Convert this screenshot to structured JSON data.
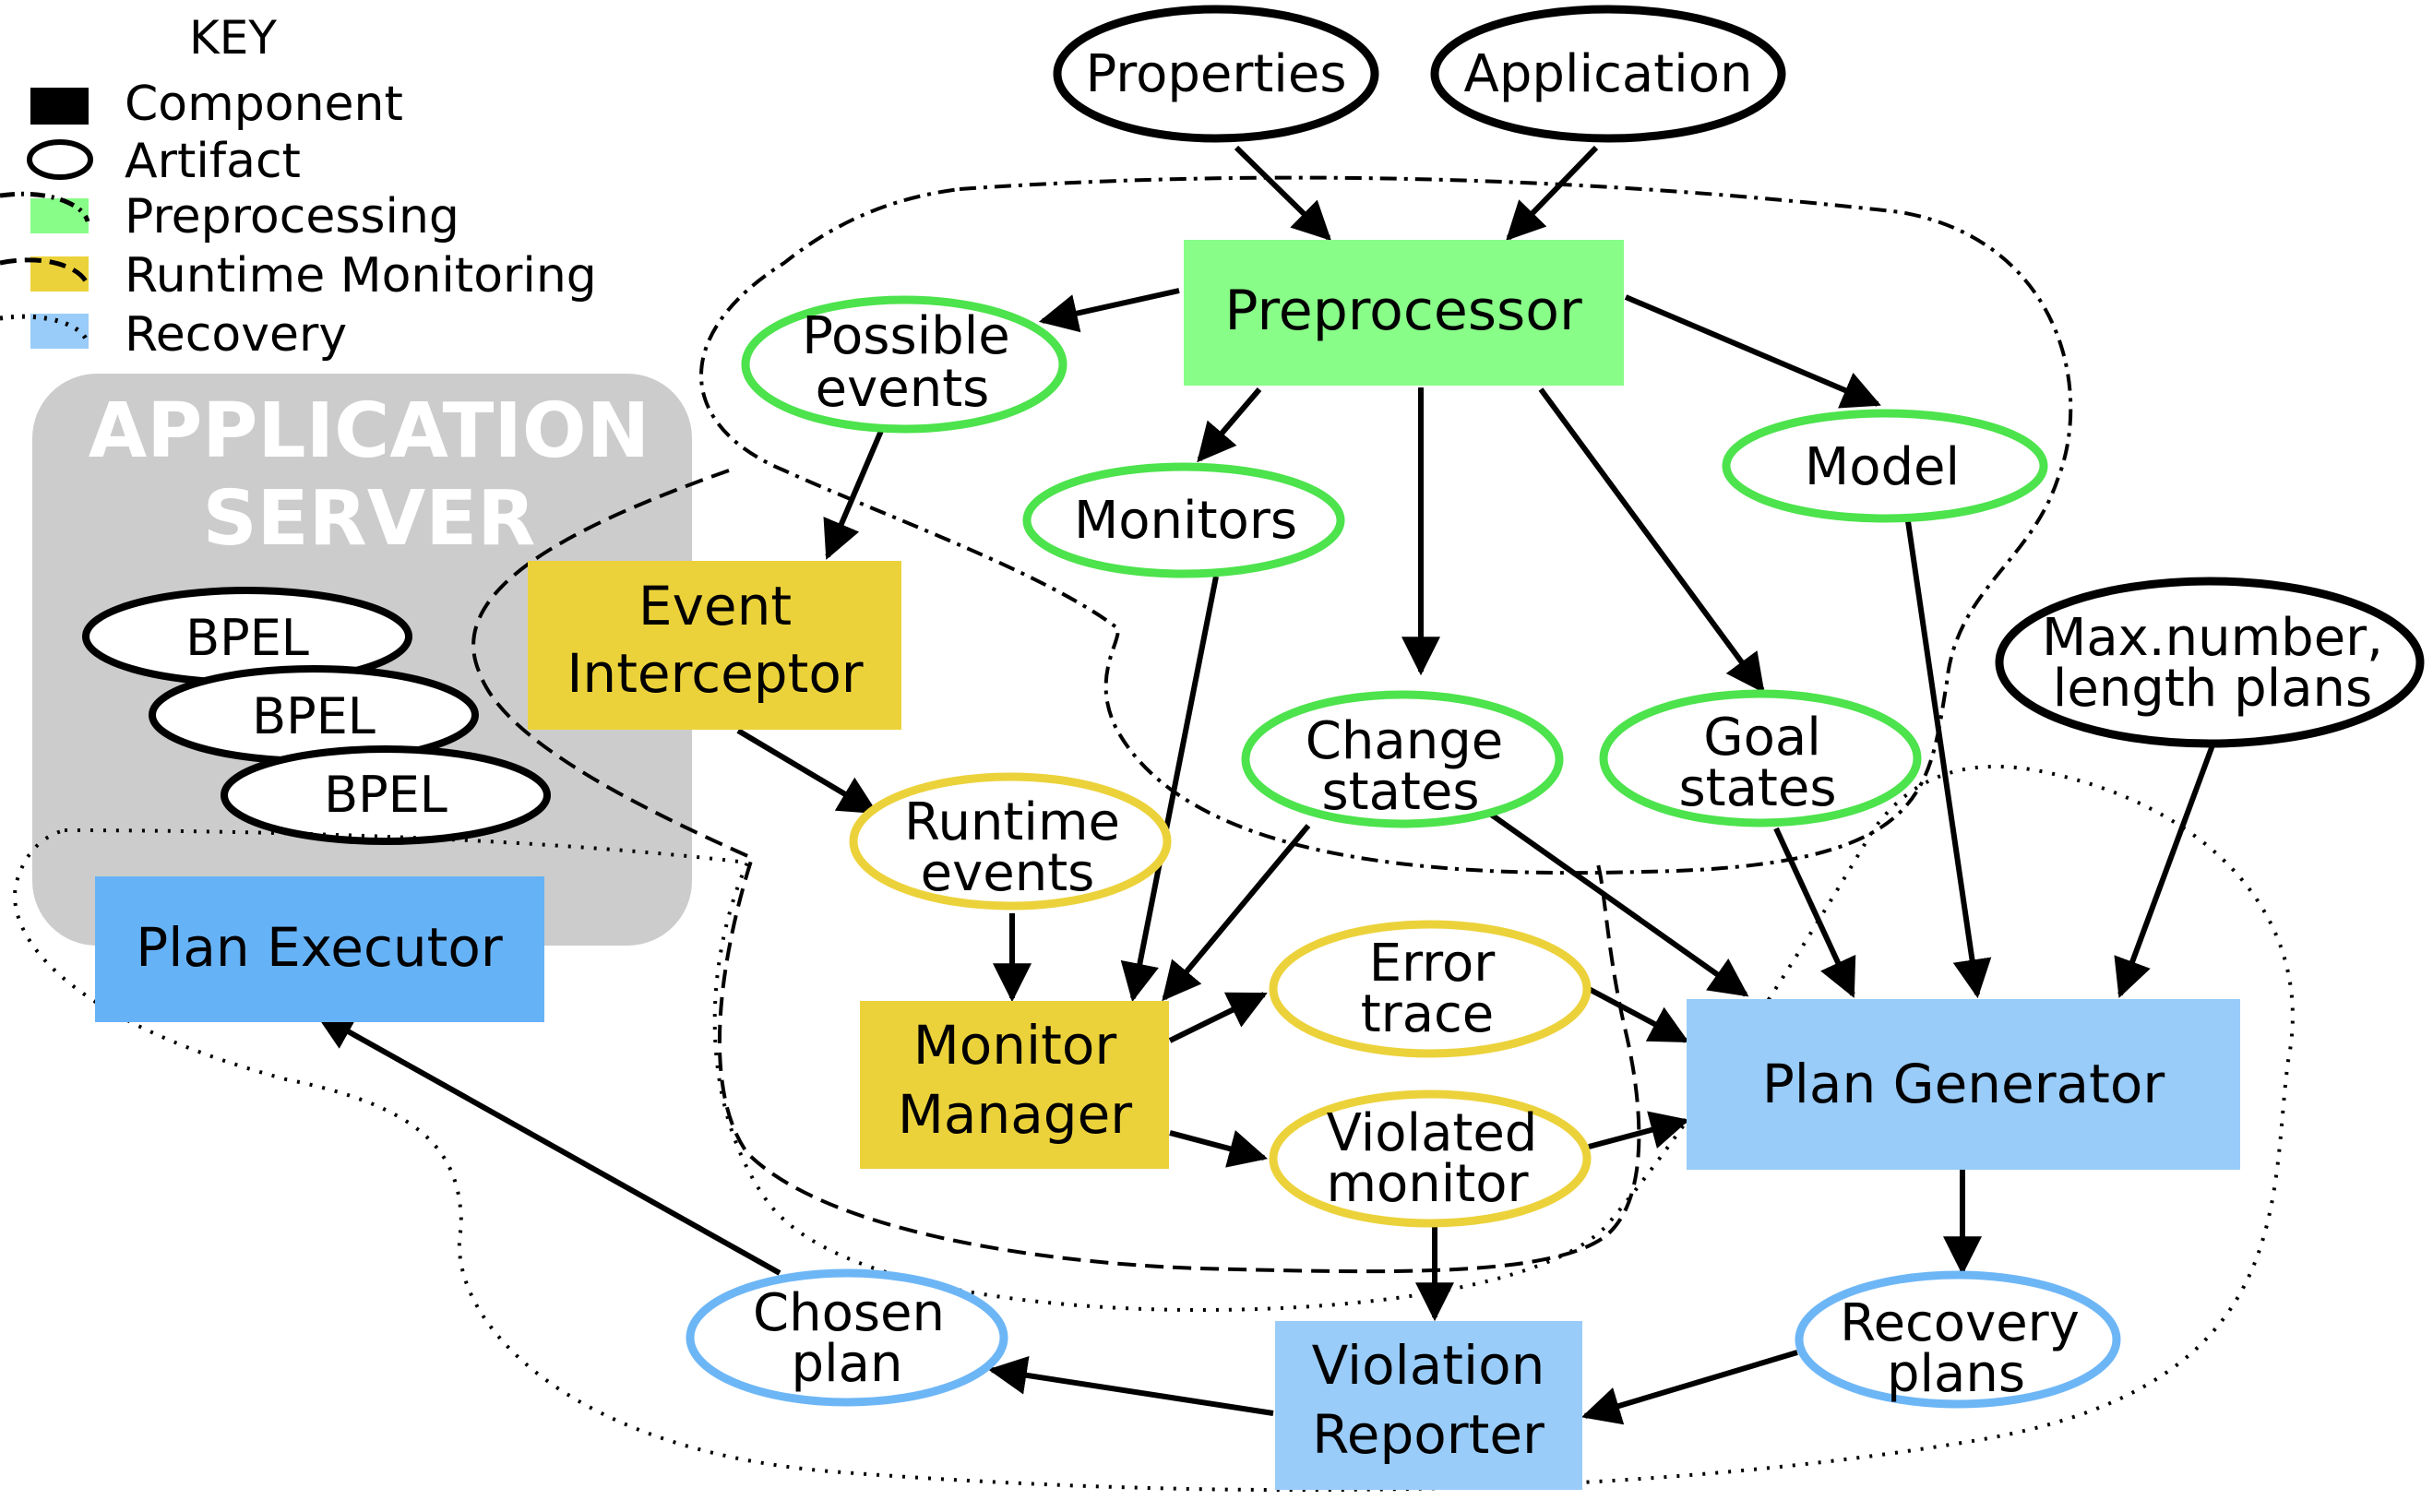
{
  "key": {
    "title": "KEY",
    "component": "Component",
    "artifact": "Artifact",
    "preprocessing": "Preprocessing",
    "runtime_monitoring": "Runtime Monitoring",
    "recovery": "Recovery"
  },
  "colors": {
    "preprocessing": "#88fd88",
    "runtime": "#ecd23a",
    "recovery": "#99ccf8",
    "plan_executor": "#66b2f6",
    "server": "#cccccc",
    "green_border": "#4ce34c",
    "yellow_border": "#ecd23a",
    "blue_border": "#6db6f6"
  },
  "server": {
    "line1": "APPLICATION",
    "line2": "SERVER",
    "bpel": [
      "BPEL",
      "BPEL",
      "BPEL"
    ]
  },
  "components": {
    "preprocessor": "Preprocessor",
    "event_interceptor": [
      "Event",
      "Interceptor"
    ],
    "monitor_manager": [
      "Monitor",
      "Manager"
    ],
    "plan_executor": "Plan Executor",
    "plan_generator": "Plan Generator",
    "violation_reporter": [
      "Violation",
      "Reporter"
    ]
  },
  "artifacts": {
    "properties": "Properties",
    "application": "Application",
    "possible_events": [
      "Possible",
      "events"
    ],
    "monitors": "Monitors",
    "model": "Model",
    "max_plans": [
      "Max.number,",
      "length plans"
    ],
    "change_states": [
      "Change",
      "states"
    ],
    "goal_states": [
      "Goal",
      "states"
    ],
    "runtime_events": [
      "Runtime",
      "events"
    ],
    "error_trace": [
      "Error",
      "trace"
    ],
    "violated_monitor": [
      "Violated",
      "monitor"
    ],
    "chosen_plan": [
      "Chosen",
      "plan"
    ],
    "recovery_plans": [
      "Recovery",
      "plans"
    ]
  }
}
